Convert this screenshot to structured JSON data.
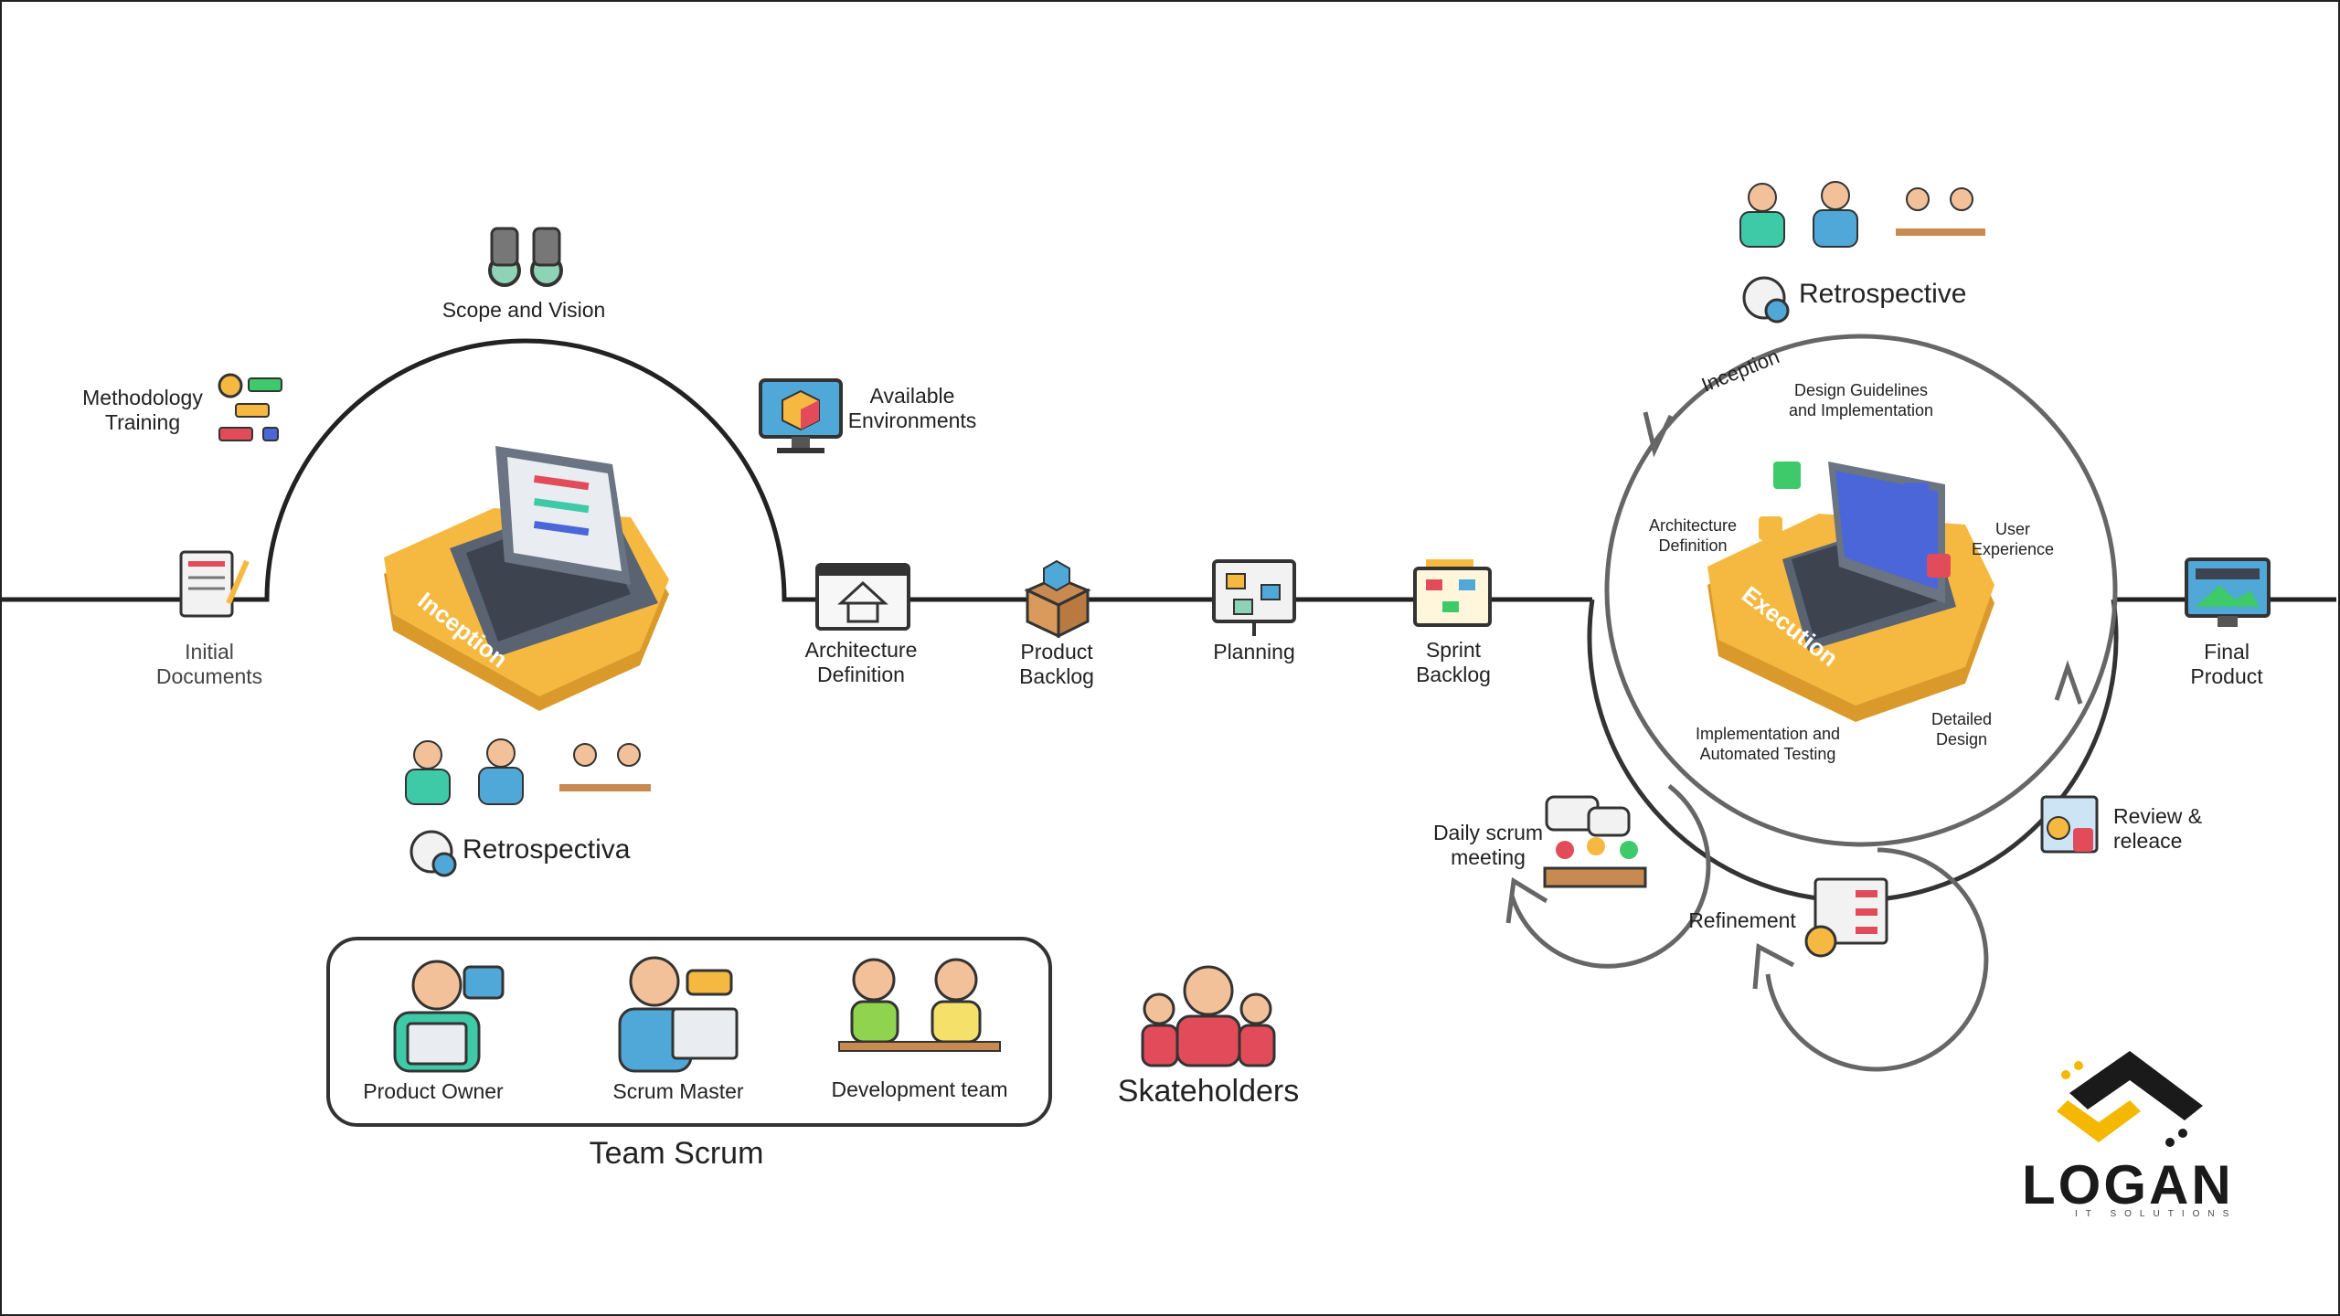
{
  "stages": {
    "initial_documents": "Initial\nDocuments",
    "methodology_training": "Methodology\nTraining",
    "scope_and_vision": "Scope and Vision",
    "available_environments": "Available\nEnvironments",
    "architecture_definition": "Architecture\nDefinition",
    "product_backlog": "Product\nBacklog",
    "planning": "Planning",
    "sprint_backlog": "Sprint\nBacklog",
    "final_product": "Final\nProduct"
  },
  "inception": {
    "platform_label": "Inception",
    "retro_label": "Retrospectiva"
  },
  "execution": {
    "platform_label": "Execution",
    "retro_label": "Retrospective",
    "cycle_start": "Inception",
    "design_guidelines": "Design Guidelines\nand Implementation",
    "architecture_definition": "Architecture\nDefinition",
    "user_experience": "User\nExperience",
    "implementation_testing": "Implementation and\nAutomated Testing",
    "detailed_design": "Detailed\nDesign"
  },
  "loops": {
    "daily_scrum": "Daily scrum\nmeeting",
    "refinement": "Refinement",
    "review_release": "Review &\nreleace"
  },
  "team": {
    "product_owner": "Product Owner",
    "scrum_master": "Scrum Master",
    "development_team": "Development team",
    "caption": "Team Scrum",
    "stakeholders": "Skateholders"
  },
  "logo": {
    "name": "LOGAN",
    "tagline": "IT SOLUTIONS"
  },
  "colors": {
    "platform_orange": "#f5b942",
    "platform_dark": "#d99a2b",
    "laptop_gray": "#5a6372",
    "screen_blue": "#4a66d8",
    "line": "#222222",
    "cycle": "#666666"
  }
}
